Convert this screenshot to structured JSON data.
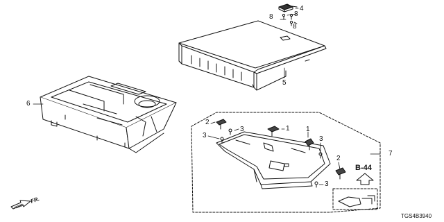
{
  "callouts": {
    "c1a": "1",
    "c1b": "1",
    "c2a": "2",
    "c2b": "2",
    "c3a": "3",
    "c3b": "3",
    "c3c": "3",
    "c3d": "3",
    "c4": "4",
    "c5": "5",
    "c6": "6",
    "c7": "7",
    "c8a": "8",
    "c8b": "8",
    "c8c": "8"
  },
  "reference_code": "B-44",
  "direction_label": "FR.",
  "diagram_id": "TGS4B3940",
  "colors": {
    "line": "#111111",
    "fill": "#ffffff",
    "shade": "#cfcfcf"
  }
}
